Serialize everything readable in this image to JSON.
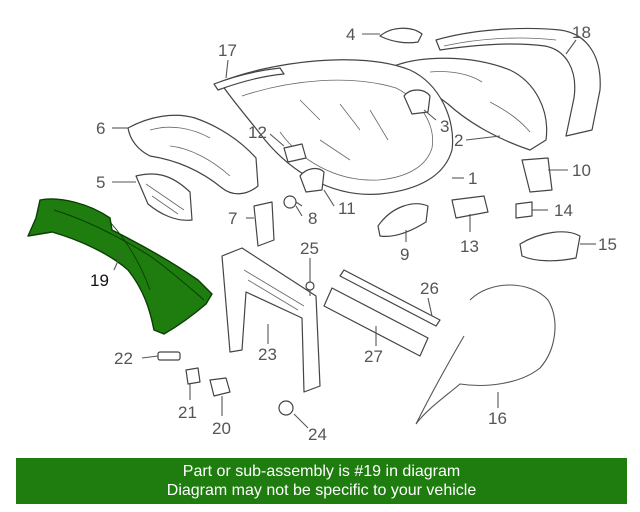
{
  "diagram": {
    "highlight_color": "#1e7d0e",
    "callouts": [
      {
        "id": "1",
        "label": "1"
      },
      {
        "id": "2",
        "label": "2"
      },
      {
        "id": "3",
        "label": "3"
      },
      {
        "id": "4",
        "label": "4"
      },
      {
        "id": "5",
        "label": "5"
      },
      {
        "id": "6",
        "label": "6"
      },
      {
        "id": "7",
        "label": "7"
      },
      {
        "id": "8",
        "label": "8"
      },
      {
        "id": "9",
        "label": "9"
      },
      {
        "id": "10",
        "label": "10"
      },
      {
        "id": "11",
        "label": "11"
      },
      {
        "id": "12",
        "label": "12"
      },
      {
        "id": "13",
        "label": "13"
      },
      {
        "id": "14",
        "label": "14"
      },
      {
        "id": "15",
        "label": "15"
      },
      {
        "id": "16",
        "label": "16"
      },
      {
        "id": "17",
        "label": "17"
      },
      {
        "id": "18",
        "label": "18"
      },
      {
        "id": "19",
        "label": "19",
        "highlighted": true
      },
      {
        "id": "20",
        "label": "20"
      },
      {
        "id": "21",
        "label": "21"
      },
      {
        "id": "22",
        "label": "22"
      },
      {
        "id": "23",
        "label": "23"
      },
      {
        "id": "24",
        "label": "24"
      },
      {
        "id": "25",
        "label": "25"
      },
      {
        "id": "26",
        "label": "26"
      },
      {
        "id": "27",
        "label": "27"
      }
    ]
  },
  "banner": {
    "line1": "Part or sub-assembly is #19 in diagram",
    "line2": "Diagram may not be specific to your vehicle",
    "background": "#1e7d0e"
  }
}
